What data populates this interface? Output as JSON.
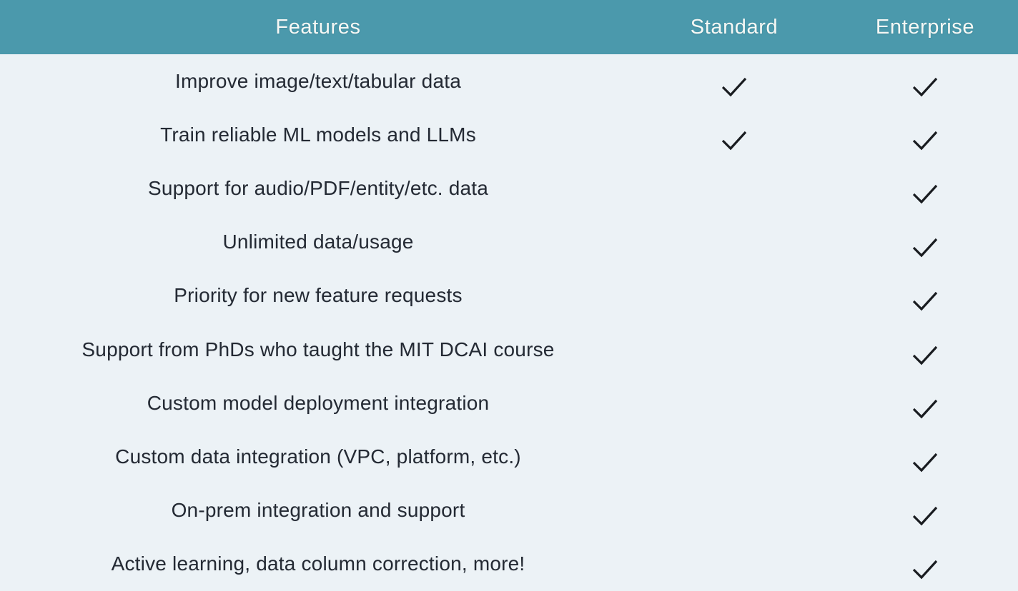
{
  "table": {
    "columns": [
      {
        "label": "Features"
      },
      {
        "label": "Standard"
      },
      {
        "label": "Enterprise"
      }
    ],
    "rows": [
      {
        "feature": "Improve image/text/tabular data",
        "standard": true,
        "enterprise": true
      },
      {
        "feature": "Train reliable ML models and LLMs",
        "standard": true,
        "enterprise": true
      },
      {
        "feature": "Support for audio/PDF/entity/etc. data",
        "standard": false,
        "enterprise": true
      },
      {
        "feature": "Unlimited data/usage",
        "standard": false,
        "enterprise": true
      },
      {
        "feature": "Priority for new feature requests",
        "standard": false,
        "enterprise": true
      },
      {
        "feature": "Support from PhDs who taught the MIT DCAI course",
        "standard": false,
        "enterprise": true
      },
      {
        "feature": "Custom model deployment integration",
        "standard": false,
        "enterprise": true
      },
      {
        "feature": "Custom data integration (VPC, platform, etc.)",
        "standard": false,
        "enterprise": true
      },
      {
        "feature": "On-prem integration and support",
        "standard": false,
        "enterprise": true
      },
      {
        "feature": "Active learning, data column correction, more!",
        "standard": false,
        "enterprise": true
      }
    ],
    "icons": {
      "check": "checkmark-icon"
    },
    "colors": {
      "header_bg": "#4B99AC",
      "header_text": "#F6F8F5",
      "body_bg": "#ECF2F6",
      "feature_text": "#242A34",
      "check": "#191C20"
    }
  }
}
